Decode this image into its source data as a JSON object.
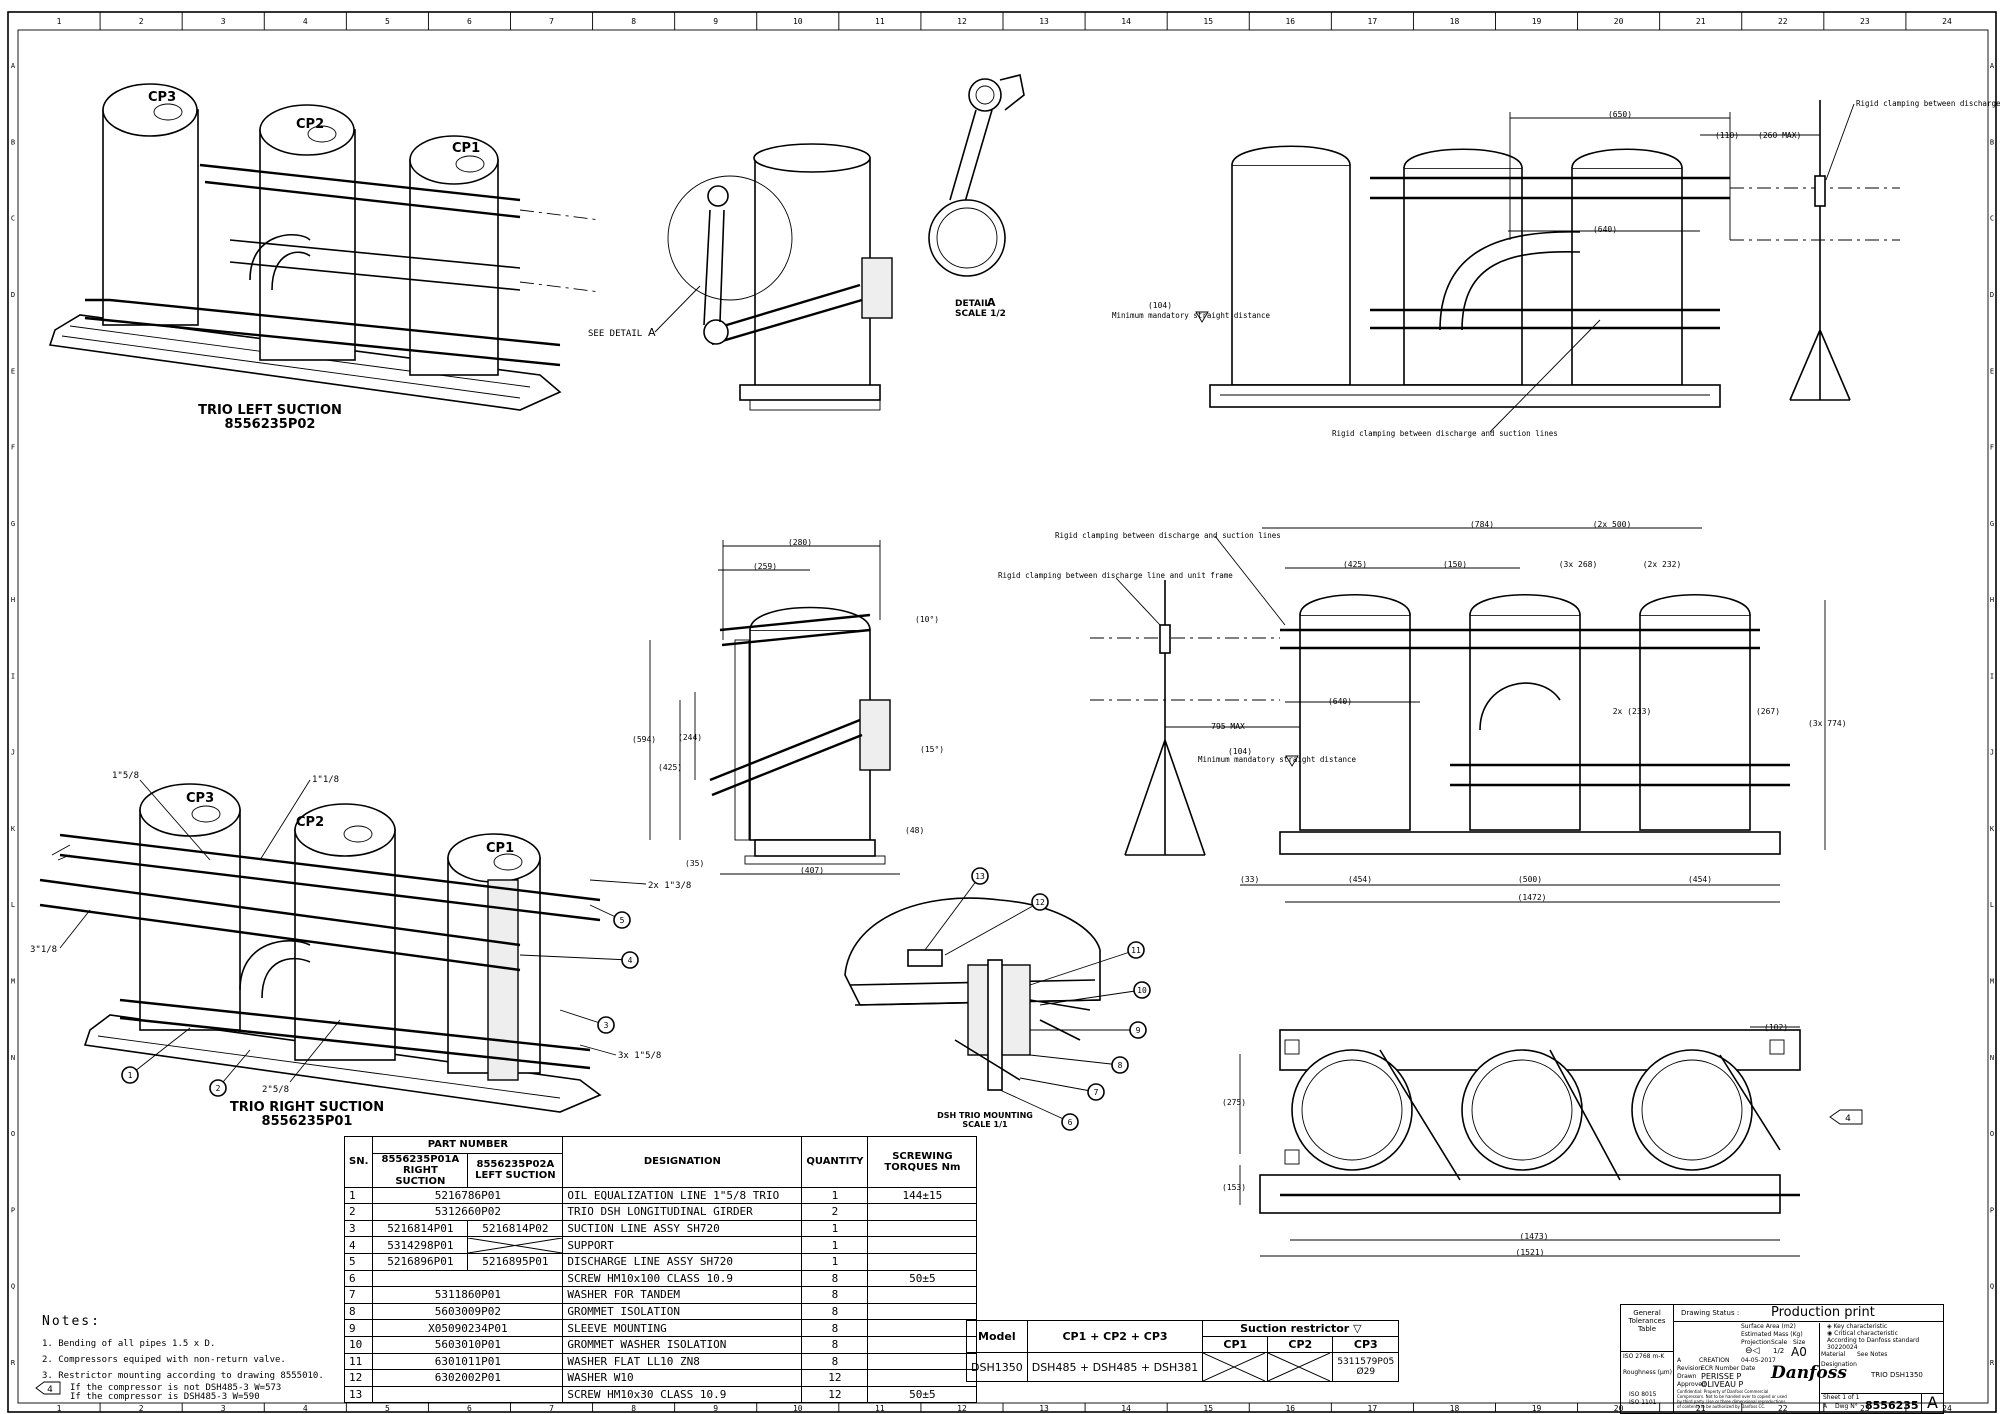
{
  "sheet": {
    "columns": [
      "1",
      "2",
      "3",
      "4",
      "5",
      "6",
      "7",
      "8",
      "9",
      "10",
      "11",
      "12",
      "13",
      "14",
      "15",
      "16",
      "17",
      "18",
      "19",
      "20",
      "21",
      "22",
      "23",
      "24"
    ],
    "rows": [
      "A",
      "B",
      "C",
      "D",
      "E",
      "F",
      "G",
      "H",
      "I",
      "J",
      "K",
      "L",
      "M",
      "N",
      "O",
      "P",
      "Q",
      "R"
    ]
  },
  "views": {
    "left_suction": {
      "title": "TRIO LEFT SUCTION",
      "part": "8556235P02",
      "cp3": "CP3",
      "cp2": "CP2",
      "cp1": "CP1"
    },
    "right_suction": {
      "title": "TRIO RIGHT SUCTION",
      "part": "8556235P01",
      "cp3": "CP3",
      "cp2": "CP2",
      "cp1": "CP1",
      "callouts": {
        "pipe_1_5_8": "1\"5/8",
        "pipe_1_1_8": "1\"1/8",
        "pipe_3_1_8": "3\"1/8",
        "pipe_2_3_8": "2x 1\"3/8",
        "pipe_3x_1_5_8": "3x 1\"5/8",
        "pipe_2_5_8": "2\"5/8"
      }
    },
    "side": {
      "see_detail": "SEE DETAIL",
      "detail_ref": "A"
    },
    "detail": {
      "title": "DETAIL",
      "ref": "A",
      "scale": "SCALE 1/2"
    },
    "mounting": {
      "title": "DSH TRIO MOUNTING",
      "scale": "SCALE 1/1"
    },
    "top_right_front": {
      "dims": {
        "d650": "(650)",
        "d110": "(110)",
        "d260": "(260 MAX)",
        "d640": "(640)",
        "d104": "(104)"
      },
      "notes": {
        "min_straight": "Minimum mandatory straight distance",
        "clamp_unit": "Rigid clamping between discharge line and unit frame",
        "clamp_lines": "Rigid clamping between discharge and suction lines"
      }
    },
    "side_mid": {
      "dims": {
        "d280": "(280)",
        "d259": "(259)",
        "d10": "(10°)",
        "d15": "(15°)",
        "d594": "(594)",
        "d244": "(244)",
        "d425": "(425)",
        "d48": "(48)",
        "d35": "(35)",
        "d407": "(407)"
      }
    },
    "front_mid": {
      "dims": {
        "d784": "(784)",
        "d2x500": "(2x 500)",
        "d425": "(425)",
        "d150": "(150)",
        "d3x268": "(3x 268)",
        "d2x232": "(2x 232)",
        "d640": "(640)",
        "d795": "795 MAX",
        "d2x233": "2x (233)",
        "d267": "(267)",
        "d3x774": "(3x 774)",
        "d104": "(104)",
        "d33": "(33)",
        "d454a": "(454)",
        "d500": "(500)",
        "d454b": "(454)",
        "d1472": "(1472)"
      },
      "notes": {
        "clamp_lines": "Rigid clamping between discharge and suction lines",
        "clamp_unit": "Rigid clamping between discharge line and unit frame",
        "min_straight": "Minimum mandatory straight distance"
      }
    },
    "top_view": {
      "dims": {
        "d102": "(102)",
        "d275": "(275)",
        "d153": "(153)",
        "d1473": "(1473)",
        "d1521": "(1521)"
      },
      "marker": "4"
    }
  },
  "parts_table": {
    "header": {
      "sn": "SN.",
      "part_number": "PART NUMBER",
      "right": "8556235P01A RIGHT SUCTION",
      "left": "8556235P02A LEFT SUCTION",
      "designation": "DESIGNATION",
      "quantity": "QUANTITY",
      "torque": "SCREWING TORQUES Nm"
    },
    "rows": [
      {
        "sn": "1",
        "right": "5216786P01",
        "left": "",
        "merged": true,
        "designation": "OIL EQUALIZATION LINE 1\"5/8 TRIO",
        "qty": "1",
        "torque": "144±15"
      },
      {
        "sn": "2",
        "right": "5312660P02",
        "left": "",
        "merged": true,
        "designation": "TRIO DSH LONGITUDINAL GIRDER",
        "qty": "2",
        "torque": ""
      },
      {
        "sn": "3",
        "right": "5216814P01",
        "left": "5216814P02",
        "merged": false,
        "designation": "SUCTION LINE ASSY SH720",
        "qty": "1",
        "torque": ""
      },
      {
        "sn": "4",
        "right": "5314298P01",
        "left": "",
        "merged": false,
        "crossed": true,
        "designation": "SUPPORT",
        "qty": "1",
        "torque": ""
      },
      {
        "sn": "5",
        "right": "5216896P01",
        "left": "5216895P01",
        "merged": false,
        "designation": "DISCHARGE LINE ASSY SH720",
        "qty": "1",
        "torque": ""
      },
      {
        "sn": "6",
        "right": "",
        "left": "",
        "merged": true,
        "designation": "SCREW HM10x100 CLASS 10.9",
        "qty": "8",
        "torque": "50±5"
      },
      {
        "sn": "7",
        "right": "5311860P01",
        "left": "",
        "merged": true,
        "designation": "WASHER FOR TANDEM",
        "qty": "8",
        "torque": ""
      },
      {
        "sn": "8",
        "right": "5603009P02",
        "left": "",
        "merged": true,
        "designation": "GROMMET ISOLATION",
        "qty": "8",
        "torque": ""
      },
      {
        "sn": "9",
        "right": "X05090234P01",
        "left": "",
        "merged": true,
        "designation": "SLEEVE MOUNTING",
        "qty": "8",
        "torque": ""
      },
      {
        "sn": "10",
        "right": "5603010P01",
        "left": "",
        "merged": true,
        "designation": "GROMMET WASHER ISOLATION",
        "qty": "8",
        "torque": ""
      },
      {
        "sn": "11",
        "right": "6301011P01",
        "left": "",
        "merged": true,
        "designation": "WASHER FLAT LL10 ZN8",
        "qty": "8",
        "torque": ""
      },
      {
        "sn": "12",
        "right": "6302002P01",
        "left": "",
        "merged": true,
        "designation": "WASHER W10",
        "qty": "12",
        "torque": ""
      },
      {
        "sn": "13",
        "right": "",
        "left": "",
        "merged": true,
        "designation": "SCREW HM10x30 CLASS 10.9",
        "qty": "12",
        "torque": "50±5"
      }
    ]
  },
  "notes": {
    "title": "Notes:",
    "items": [
      "1.  Bending of all pipes 1.5 x D.",
      "2.  Compressors equiped with non-return valve.",
      "3.  Restrictor mounting according to drawing 8555010.",
      "If the compressor is not DSH485-3 W=573",
      "If the compressor is DSH485-3 W=590"
    ],
    "marker": "4"
  },
  "model_table": {
    "model_h": "Model",
    "cp_h": "CP1 + CP2 + CP3",
    "restrictor_h": "Suction restrictor",
    "cp1": "CP1",
    "cp2": "CP2",
    "cp3": "CP3",
    "model": "DSH1350",
    "combo": "DSH485 + DSH485 + DSH381",
    "cp3_val": "5311579P05",
    "cp3_dia": "Ø29"
  },
  "title_block": {
    "general_tol": "General Tolerances Table",
    "iso": "ISO 2768 m-K",
    "roughness": "Roughness (µm)",
    "iso2": "ISO 8015",
    "iso3": "ISO 1101",
    "drawing_status_l": "Drawing Status :",
    "drawing_status": "Production print",
    "surface": "Surface Area (m2)",
    "weight": "Estimated Mass (Kg)",
    "projection": "Projection",
    "scale_l": "Scale",
    "scale": "1/2",
    "size_l": "Size",
    "size": "A0",
    "material": "Material",
    "material_v": "See Notes",
    "rev": "A",
    "rev_desc": "CREATION",
    "rev_date": "04-05-2017",
    "revision_l": "Revision",
    "ecr_l": "ECR Number",
    "date_l": "Date",
    "drawn_l": "Drawn",
    "drawn": "PERISSE P",
    "approved_l": "Approved",
    "approved": "OLIVEAU P",
    "confidential": "Confidential: Property of Danfoss Commercial Compressors. Not to be handed over to copied or used by third party. Use or three dimensional reproductions of contents to be authorized by Danfoss CC.",
    "key_chars": "Key characteristic",
    "crit_chars": "Critical characteristic",
    "according": "According to Danfoss standard 30220024",
    "designation_l": "Designation",
    "designation": "TRIO DSH1350",
    "brand": "Danfoss",
    "sheet": "Sheet 1 of 1",
    "rev_box": "A",
    "dwg_l": "Dwg N°",
    "dwg": "8556235",
    "rev_big": "A"
  }
}
